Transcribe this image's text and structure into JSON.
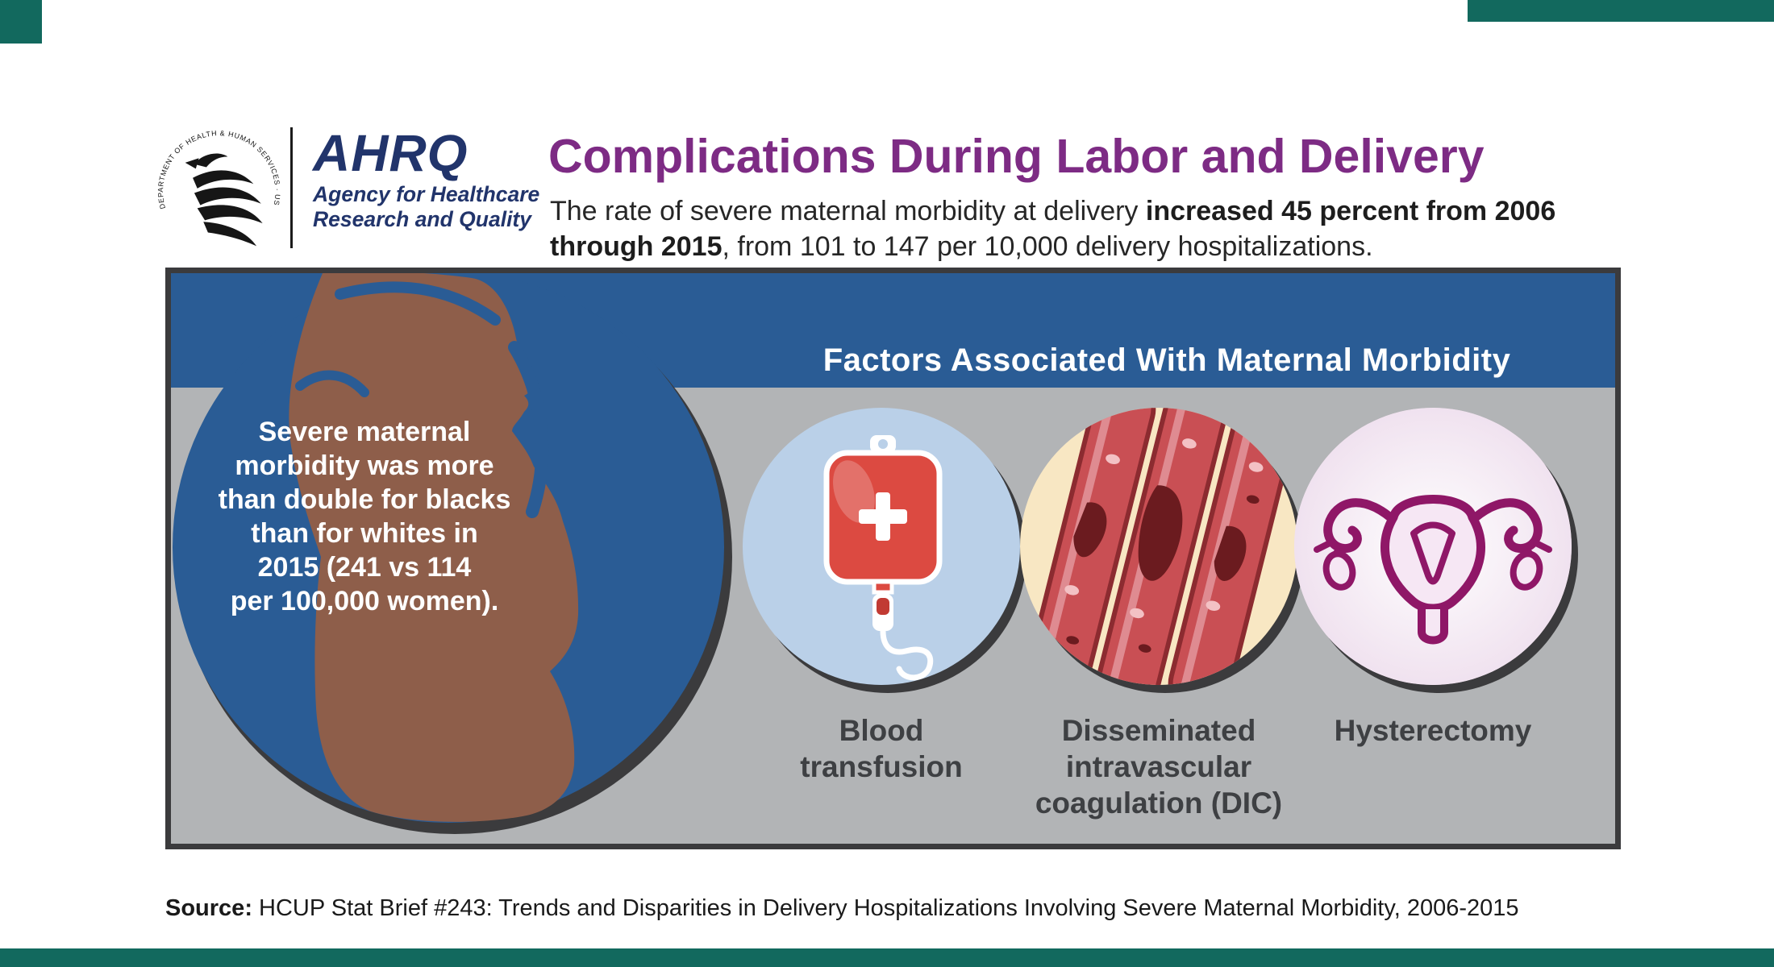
{
  "colors": {
    "teal_accent": "#12695E",
    "title_purple": "#7D2B84",
    "band_blue": "#2A5C95",
    "panel_gray": "#B2B4B6",
    "shadow_dark": "#3B3B3D",
    "logo_navy": "#21346B",
    "silhouette_brown": "#8E5E4A",
    "circle_blood_bg": "#BAD0E8",
    "circle_dic_bg": "#F8E7C3",
    "circle_hysterectomy_bg": "#EDDCEC",
    "label_gray": "#3E4043"
  },
  "header": {
    "hhs_ring_text": "DEPARTMENT OF HEALTH & HUMAN SERVICES · USA",
    "ahrq_acronym": "AHRQ",
    "ahrq_name_line1": "Agency for Healthcare",
    "ahrq_name_line2": "Research and Quality",
    "title": "Complications During Labor and Delivery",
    "subtitle_seg1": "The rate of severe maternal morbidity at delivery ",
    "subtitle_seg2_bold": "increased 45 percent from 2006 through 2015",
    "subtitle_seg3": ", from 101 to 147 per 10,000 delivery hospitalizations."
  },
  "infographic": {
    "stat_circle_text": "Severe maternal\nmorbidity was more\nthan double for blacks\nthan for whites in\n2015 (241 vs 114\nper 100,000 women).",
    "factors_heading": "Factors Associated With Maternal Morbidity",
    "factors": [
      {
        "label": "Blood\ntransfusion",
        "icon": "blood-transfusion-iv-bag-icon"
      },
      {
        "label": "Disseminated\nintravascular\ncoagulation (DIC)",
        "icon": "blood-vessels-dic-icon"
      },
      {
        "label": "Hysterectomy",
        "icon": "uterus-icon"
      }
    ]
  },
  "footer": {
    "source_label": "Source:",
    "source_text": " HCUP Stat Brief #243: Trends and Disparities in Delivery Hospitalizations Involving Severe Maternal Morbidity, 2006-2015"
  }
}
